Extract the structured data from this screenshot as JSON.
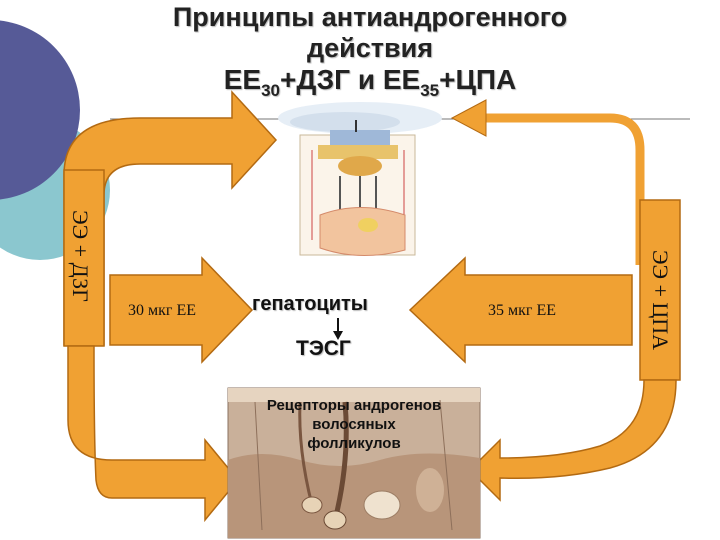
{
  "title": {
    "line1": "Принципы антиандрогенного",
    "line2": "действия",
    "line3_a": "ЕЕ",
    "line3_a_sub": "30",
    "line3_b": "+ДЗГ  и  ЕЕ",
    "line3_b_sub": "35",
    "line3_c": "+ЦПА"
  },
  "left_arrow_label": "ЭЭ + ДЗГ",
  "right_arrow_label": "ЭЭ + ЦПА",
  "left_dose": "30 мкг ЕЕ",
  "right_dose": "35 мкг ЕЕ",
  "hepatocytes": "гепатоциты",
  "shbg": "ТЭСГ",
  "receptors": {
    "line1": "Рецепторы андрогенов",
    "line2": "волосяных",
    "line3": "фолликулов"
  },
  "colors": {
    "arrow": "#f0a133",
    "arrow_stroke": "#b36a12",
    "accent_dark": "#565a97",
    "accent_light": "#8bc7cf"
  }
}
